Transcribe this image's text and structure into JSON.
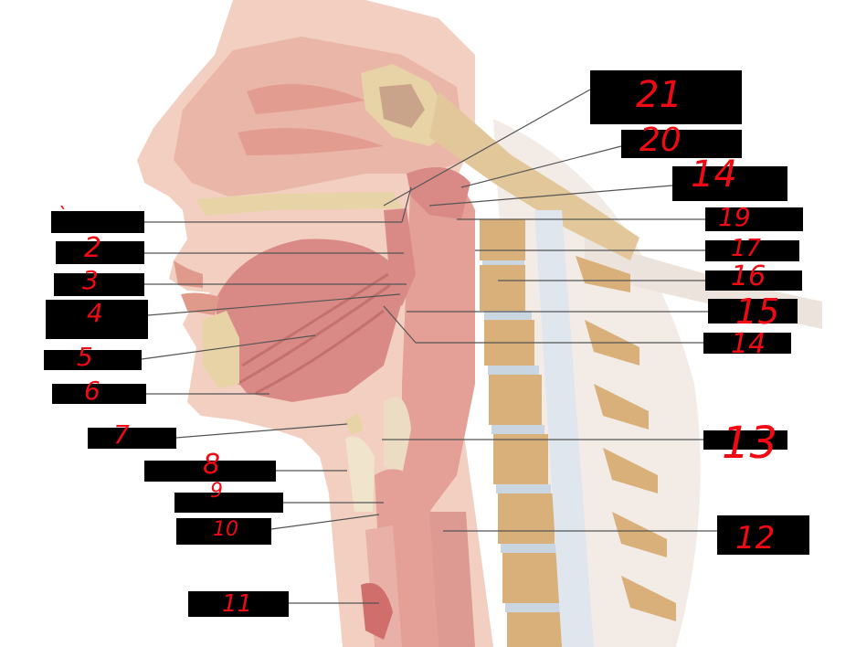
{
  "labels": [
    {
      "id": "1",
      "text": "`"
    },
    {
      "id": "2",
      "text": "2"
    },
    {
      "id": "3",
      "text": "3"
    },
    {
      "id": "4",
      "text": "4"
    },
    {
      "id": "5",
      "text": "5"
    },
    {
      "id": "6",
      "text": "6"
    },
    {
      "id": "7",
      "text": "7"
    },
    {
      "id": "8",
      "text": "8"
    },
    {
      "id": "9",
      "text": "9"
    },
    {
      "id": "10",
      "text": "10"
    },
    {
      "id": "11",
      "text": "11"
    },
    {
      "id": "12",
      "text": "12"
    },
    {
      "id": "13",
      "text": "13"
    },
    {
      "id": "14",
      "text": "14"
    },
    {
      "id": "15",
      "text": "15"
    },
    {
      "id": "16",
      "text": "16"
    },
    {
      "id": "17",
      "text": "17"
    },
    {
      "id": "18",
      "text": "14"
    },
    {
      "id": "19",
      "text": "19"
    },
    {
      "id": "20",
      "text": "20"
    },
    {
      "id": "21",
      "text": "21"
    }
  ],
  "colors": {
    "label_box": "#000000",
    "label_text": "#f00a14",
    "leader_line": "#555555",
    "skin": "#f2cfc0",
    "muscle": "#d98a86",
    "mucosa": "#e4a097",
    "bone": "#e8d3a6",
    "vertebra": "#d9b07a"
  }
}
